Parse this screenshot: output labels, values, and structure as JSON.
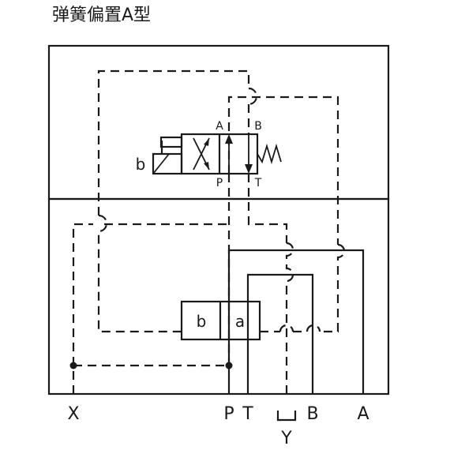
{
  "title": "弹簧偏置A型",
  "ports": {
    "x": "X",
    "p": "P",
    "t": "T",
    "b": "B",
    "a": "A",
    "y": "Y"
  },
  "pilot_valve": {
    "solenoid_label": "b",
    "port_a": "A",
    "port_b": "B",
    "port_p": "P",
    "port_t": "T"
  },
  "main_valve": {
    "left_chamber": "b",
    "right_chamber": "a"
  }
}
